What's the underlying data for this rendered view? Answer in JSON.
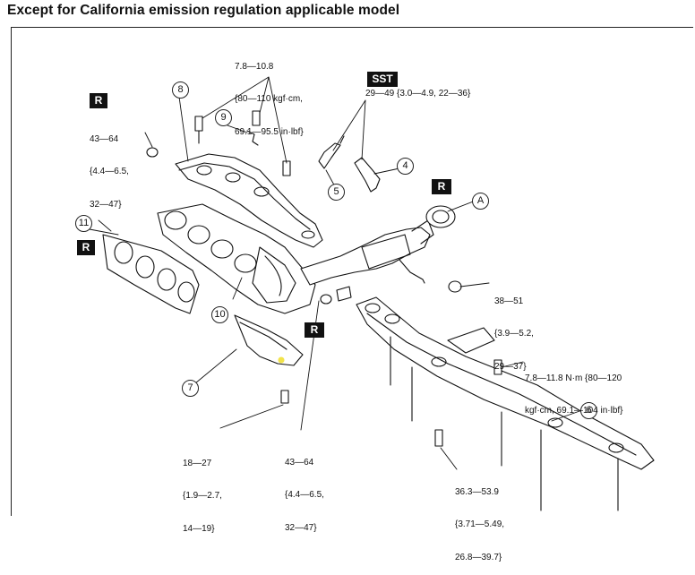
{
  "title": "Except for California emission regulation applicable model",
  "badges": {
    "r": "R",
    "sst": "SST"
  },
  "callouts": {
    "c4": "4",
    "c5": "5",
    "c6": "6",
    "c7": "7",
    "c8": "8",
    "c9": "9",
    "c10": "10",
    "c11": "11",
    "cA": "A"
  },
  "torques": {
    "heat_insulator_bolts": [
      "7.8—10.8",
      "{80—110 kgf·cm,",
      "69.1—95.5 in·lbf}"
    ],
    "oxygen_sensor": "29—49 {3.0—4.9, 22—36}",
    "nut_upper_left": [
      "43—64",
      "{4.4—6.5,",
      "32—47}"
    ],
    "nut_front_pipe": [
      "38—51",
      "{3.9—5.2,",
      "29—37}"
    ],
    "bracket_bolt": [
      "7.8—11.8 N·m {80—120",
      "kgf·cm, 69.1—104 in·lbf}"
    ],
    "insulator_lower": [
      "18—27",
      "{1.9—2.7,",
      "14—19}"
    ],
    "stud_nut_lower": [
      "43—64",
      "{4.4—6.5,",
      "32—47}"
    ],
    "crossmember": [
      "36.3—53.9",
      "{3.71—5.49,",
      "26.8—39.7}"
    ]
  },
  "colors": {
    "ink": "#111111",
    "paper": "#ffffff",
    "marker": "#f2e34a"
  }
}
